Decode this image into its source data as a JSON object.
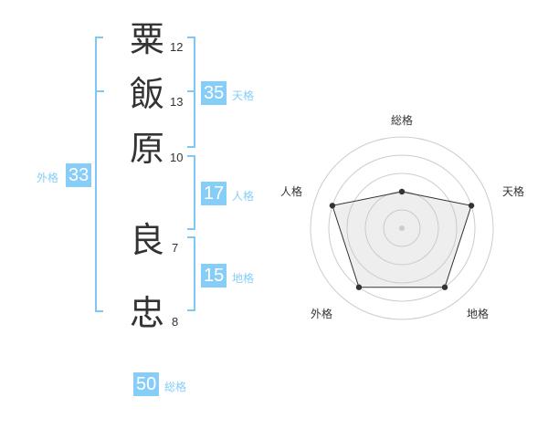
{
  "name": {
    "characters": [
      {
        "char": "粟",
        "strokes": "12"
      },
      {
        "char": "飯",
        "strokes": "13"
      },
      {
        "char": "原",
        "strokes": "10"
      },
      {
        "char": "良",
        "strokes": "7"
      },
      {
        "char": "忠",
        "strokes": "8"
      }
    ]
  },
  "kaku": {
    "tenkaku": {
      "value": "35",
      "label": "天格"
    },
    "jinkaku": {
      "value": "17",
      "label": "人格"
    },
    "chikaku": {
      "value": "15",
      "label": "地格"
    },
    "gaikaku": {
      "value": "33",
      "label": "外格"
    },
    "soukaku": {
      "value": "50",
      "label": "総格"
    }
  },
  "colors": {
    "accent": "#86cdf7",
    "bracket": "#7fc8f4",
    "text": "#333333"
  },
  "chart_data": {
    "type": "radar",
    "axes": [
      "総格",
      "天格",
      "地格",
      "外格",
      "人格"
    ],
    "values": [
      2,
      4,
      4,
      4,
      4
    ],
    "range": [
      0,
      5
    ],
    "rings": 5
  }
}
